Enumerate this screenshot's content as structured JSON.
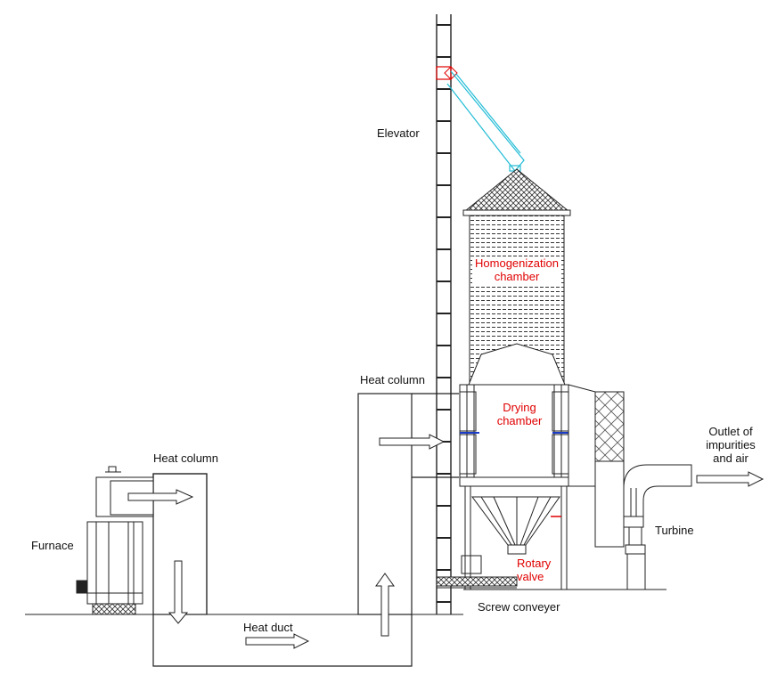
{
  "colors": {
    "line": "#222222",
    "accent_red": "#e00000",
    "conveyor_cyan": "#22bcd6",
    "background": "#ffffff"
  },
  "labels": {
    "elevator": "Elevator",
    "homogenization_line1": "Homogenization",
    "homogenization_line2": "chamber",
    "heat_column_right": "Heat column",
    "heat_column_left": "Heat column",
    "drying_line1": "Drying",
    "drying_line2": "chamber",
    "outlet_line1": "Outlet of",
    "outlet_line2": "impurities",
    "outlet_line3": "and air",
    "furnace": "Furnace",
    "turbine": "Turbine",
    "rotary_line1": "Rotary",
    "rotary_line2": "valve",
    "heat_duct": "Heat duct",
    "screw_conveyer": "Screw conveyer"
  }
}
